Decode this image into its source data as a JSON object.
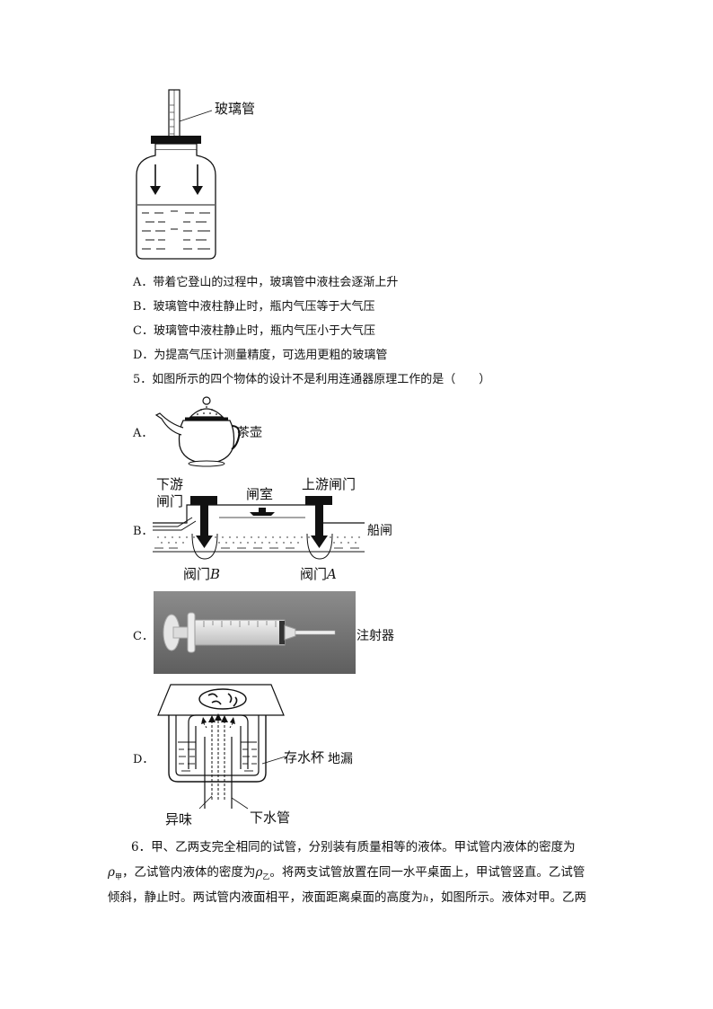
{
  "q4": {
    "figure_label": "玻璃管",
    "options": [
      "A．带着它登山的过程中，玻璃管中液柱会逐渐上升",
      "B．玻璃管中液柱静止时，瓶内气压等于大气压",
      "C．玻璃管中液柱静止时，瓶内气压小于大气压",
      "D．为提高气压计测量精度，可选用更粗的玻璃管"
    ]
  },
  "q5": {
    "stem": "5．如图所示的四个物体的设计不是利用连通器原理工作的是（　　）",
    "A": {
      "letter": "A．",
      "label": "茶壶"
    },
    "B": {
      "letter": "B．",
      "label": "船闸",
      "downstream_gate": [
        "下游",
        "闸门"
      ],
      "chamber": "闸室",
      "upstream_gate": "上游闸门",
      "valve_b_prefix": "阀门",
      "valve_b_var": "B",
      "valve_a_prefix": "阀门",
      "valve_a_var": "A"
    },
    "C": {
      "letter": "C．",
      "label": "注射器"
    },
    "D": {
      "letter": "D．",
      "label_cup": "存水杯",
      "label_drain": "地漏",
      "label_odor": "异味",
      "label_pipe": "下水管"
    }
  },
  "q6": {
    "line1": "6．甲、乙两支完全相同的试管，分别装有质量相等的液体。甲试管内液体的密度为",
    "line2_rho": "ρ",
    "line2_sub1": "甲",
    "line2_mid": "，乙试管内液体的密度为",
    "line2_sub2": "乙",
    "line2_end": "。将两支试管放置在同一水平桌面上，甲试管竖直。乙试管",
    "line3_start": "倾斜，静止时。两试管内液面相平，液面距离桌面的高度为",
    "line3_h": "h",
    "line3_end": "，如图所示。液体对甲。乙两"
  }
}
